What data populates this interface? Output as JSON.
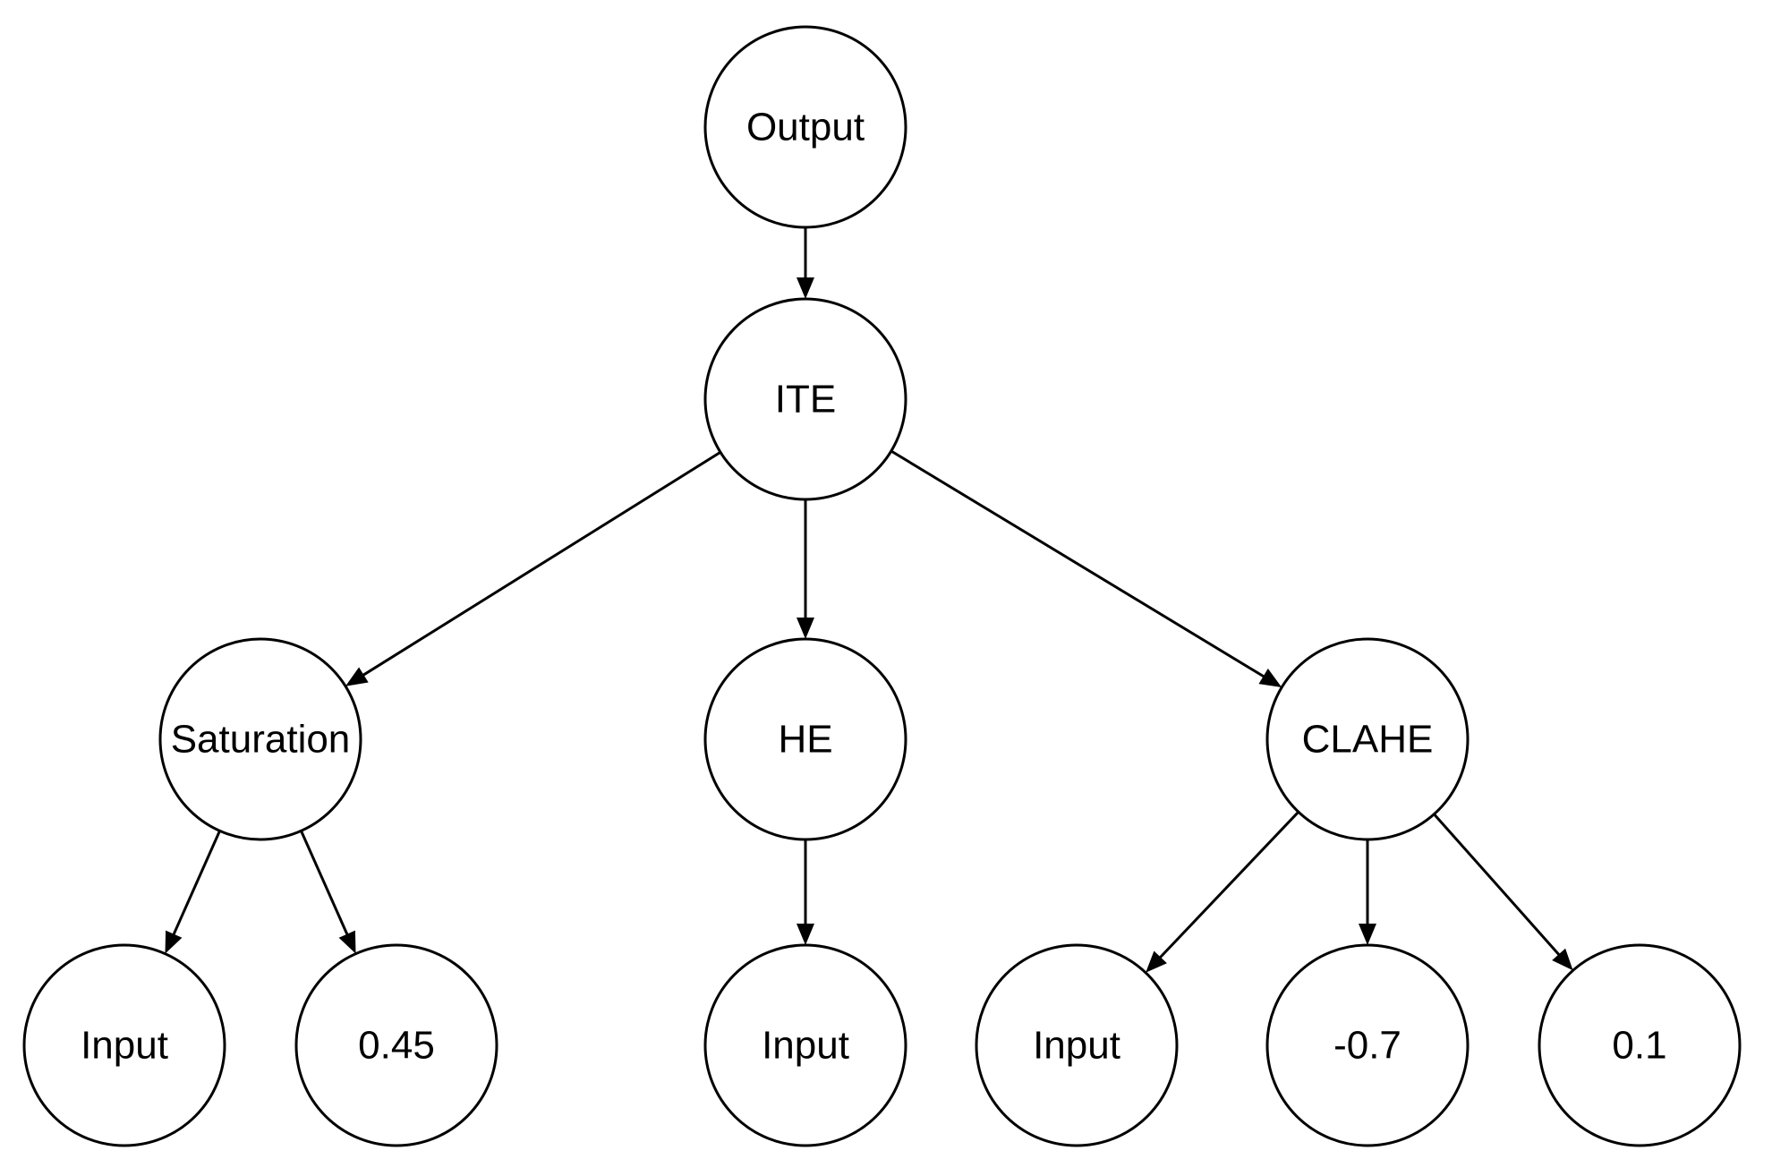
{
  "diagram": {
    "nodes": [
      {
        "id": "output",
        "label": "Output"
      },
      {
        "id": "ite",
        "label": "ITE"
      },
      {
        "id": "saturation",
        "label": "Saturation"
      },
      {
        "id": "he",
        "label": "HE"
      },
      {
        "id": "clahe",
        "label": "CLAHE"
      },
      {
        "id": "sat-input",
        "label": "Input"
      },
      {
        "id": "sat-value",
        "label": "0.45"
      },
      {
        "id": "he-input",
        "label": "Input"
      },
      {
        "id": "clahe-input",
        "label": "Input"
      },
      {
        "id": "clahe-value-1",
        "label": "-0.7"
      },
      {
        "id": "clahe-value-2",
        "label": "0.1"
      }
    ],
    "edges": [
      {
        "from": "output",
        "to": "ite"
      },
      {
        "from": "ite",
        "to": "saturation"
      },
      {
        "from": "ite",
        "to": "he"
      },
      {
        "from": "ite",
        "to": "clahe"
      },
      {
        "from": "saturation",
        "to": "sat-input"
      },
      {
        "from": "saturation",
        "to": "sat-value"
      },
      {
        "from": "he",
        "to": "he-input"
      },
      {
        "from": "clahe",
        "to": "clahe-input"
      },
      {
        "from": "clahe",
        "to": "clahe-value-1"
      },
      {
        "from": "clahe",
        "to": "clahe-value-2"
      }
    ]
  }
}
